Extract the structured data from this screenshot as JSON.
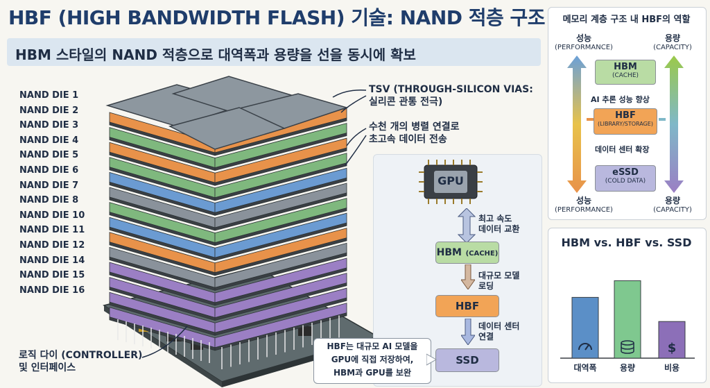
{
  "title": "HBF (HIGH BANDWIDTH FLASH) 기술: NAND 적층 구조",
  "subtitle": "HBM 스타일의 NAND 적층으로 대역폭과 용량을 선을 동시에 확보",
  "dies": [
    "NAND DIE 1",
    "NAND DIE 2",
    "NAND DIE 3",
    "NAND DIE 4",
    "NAND DIE 5",
    "NAND DIE 6",
    "NAND DIE 7",
    "NAND DIE 8",
    "NAND DIE 10",
    "NAND DIE 11",
    "NAND DIE 12",
    "NAND DIE 14",
    "NAND DIE 15",
    "NAND DIE 16"
  ],
  "callouts": {
    "tsv_line1": "TSV (THROUGH-SILICON VIAS:",
    "tsv_line2": "실리콘 관통 전극)",
    "parallel_line1": "수천 개의 병렬 연결로",
    "parallel_line2": "초고속 데이터 전송",
    "logic_line1": "로직 다이 (CONTROLLER)",
    "logic_line2": "및 인터페이스"
  },
  "flow": {
    "gpu": "GPU",
    "step1_line1": "최고 속도",
    "step1_line2": "데이터 교환",
    "hbm_label": "HBM",
    "hbm_sub": "(CACHE)",
    "step2_line1": "대규모 모델",
    "step2_line2": "로딩",
    "hbf": "HBF",
    "step3_line1": "데이터 센터",
    "step3_line2": "연결",
    "ssd": "SSD",
    "note_line1": "HBF는 대규모 AI 모델을",
    "note_line2": "GPU에 직접 저장하여,",
    "note_line3": "HBM과 GPU를 보완"
  },
  "hierarchy": {
    "title": "메모리 계층 구조 내 HBF의 역할",
    "top_left": "성능",
    "top_left_en": "(PERFORMANCE)",
    "top_right": "용량",
    "top_right_en": "(CAPACITY)",
    "bottom_left": "성능",
    "bottom_left_en": "(PERFORMANCE)",
    "bottom_right": "용량",
    "bottom_right_en": "(CAPACITY)",
    "hbm": "HBM",
    "hbm_sub": "(CACHE)",
    "hbm_note": "AI 추론 성능 향상",
    "hbf": "HBF",
    "hbf_sub": "(LIBRARY/STORAGE)",
    "hbf_note": "데이터 센터 확장",
    "essd": "eSSD",
    "essd_sub": "(COLD DATA)"
  },
  "chart_data": {
    "type": "bar",
    "title": "HBM vs. HBF vs. SSD",
    "categories": [
      "대역폭",
      "용량",
      "비용"
    ],
    "values": [
      0.73,
      0.93,
      0.44
    ],
    "colors": [
      "#5b8fc7",
      "#7fc88f",
      "#8c6fb8"
    ],
    "icons": [
      "speedometer-icon",
      "database-icon",
      "dollar-icon"
    ]
  },
  "colors": {
    "orange": "#e8924a",
    "green": "#7fb87e",
    "blue": "#6b9bd2",
    "purple": "#9b7fc4",
    "gray": "#8a929b"
  }
}
